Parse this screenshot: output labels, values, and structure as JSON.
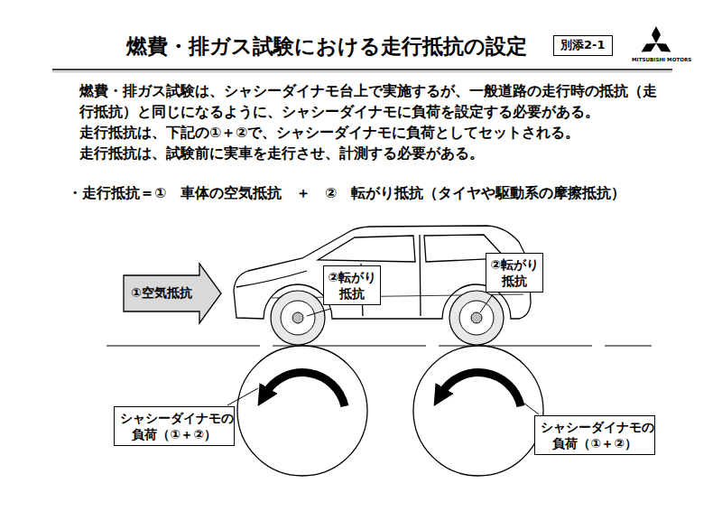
{
  "diagram": {
    "title": "燃費・排ガス試験における走行抵抗の設定",
    "nodes": [
      {
        "text": [
          "別添2-1"
        ]
      },
      {
        "text": [
          "①空気抵抗"
        ]
      },
      {
        "text": [
          "②転がり 抵抗"
        ]
      },
      {
        "text": [
          "②転がり 抵抗"
        ]
      },
      {
        "text": [
          "シャシーダイナモの 負荷（①＋②）"
        ]
      },
      {
        "text": [
          "シャシーダイナモの 負荷（①＋②）"
        ]
      }
    ],
    "labels": [
      "燃費・排ガス試験は、シャシーダイナモ台上で実施するが、一般道路の走行時の抵抗（走行抵抗）と同じになるように、シャシーダイナモに負荷を設定する必要がある。",
      "走行抵抗は、下記の①＋②で、シャシーダイナモに負荷としてセットされる。",
      "走行抵抗は、試験前に実車を走行させ、計測する必要がある。",
      "・走行抵抗＝①　車体の空気抵抗　＋　②　転がり抵抗（タイヤや駆動系の摩擦抵抗）",
      "MITSUBISHI MOTORS"
    ]
  }
}
